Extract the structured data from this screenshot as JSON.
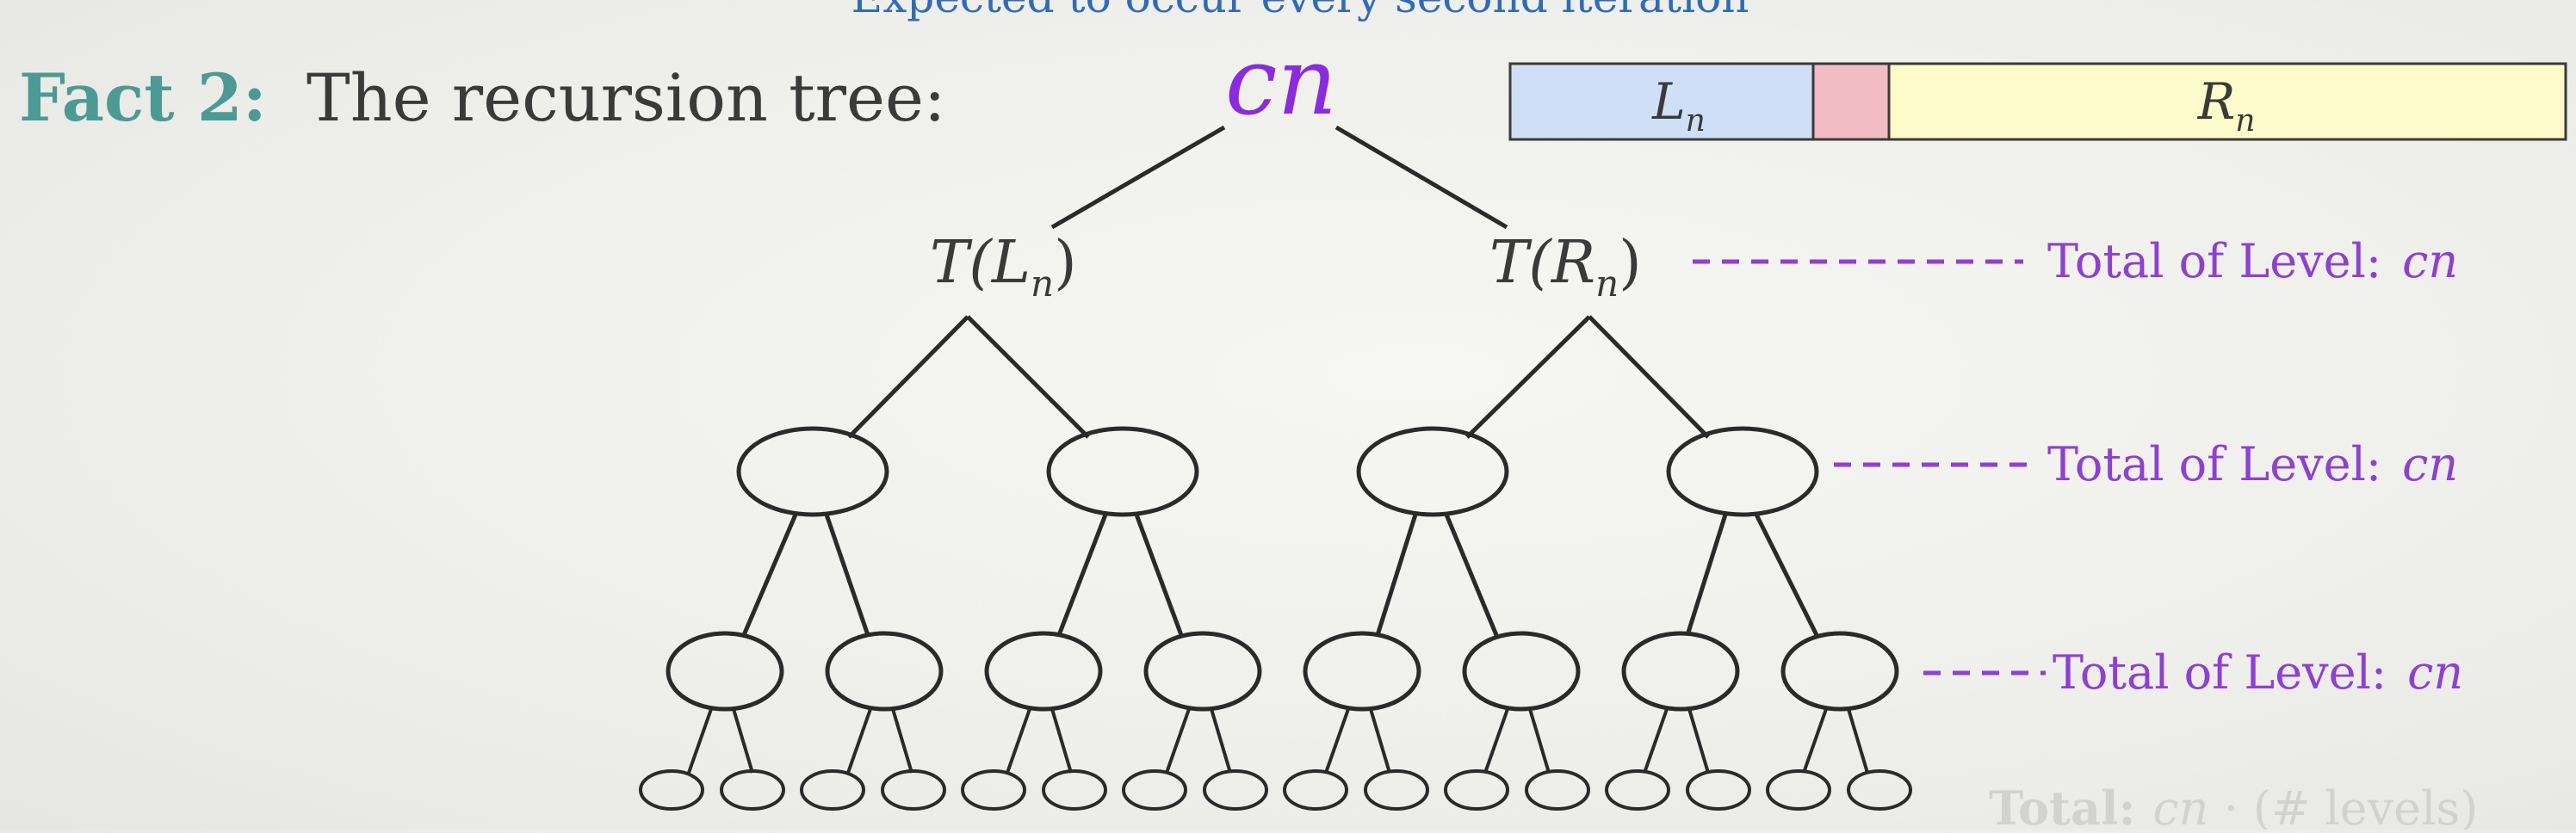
{
  "slide": {
    "top_caption": "Expected to occur every second iteration",
    "fact_label": "Fact 2:",
    "fact_text": "The recursion tree:",
    "root_label": "cn",
    "partition_bar": {
      "left_label": "L",
      "left_sub": "n",
      "right_label": "R",
      "right_sub": "n"
    },
    "left_child": {
      "fn": "T(",
      "var": "L",
      "sub": "n",
      "close": ")"
    },
    "right_child": {
      "fn": "T(",
      "var": "R",
      "sub": "n",
      "close": ")"
    },
    "level_annotations": [
      {
        "text": "Total of Level:",
        "value": "cn"
      },
      {
        "text": "Total of Level:",
        "value": "cn"
      },
      {
        "text": "Total of Level:",
        "value": "cn"
      }
    ],
    "total_faded": {
      "label": "Total:",
      "expr": "cn",
      "rest": " · (# levels)"
    }
  },
  "colors": {
    "teal": "#4b9a93",
    "purple": "#8a2be2",
    "annotation_purple": "#8e3fd6",
    "bar_blue": "#cfe0f6",
    "bar_pink": "#f1bcc3",
    "bar_yellow": "#fcfbc9",
    "text_gray": "#3a3a3a",
    "faded": "#d2d2d0"
  }
}
